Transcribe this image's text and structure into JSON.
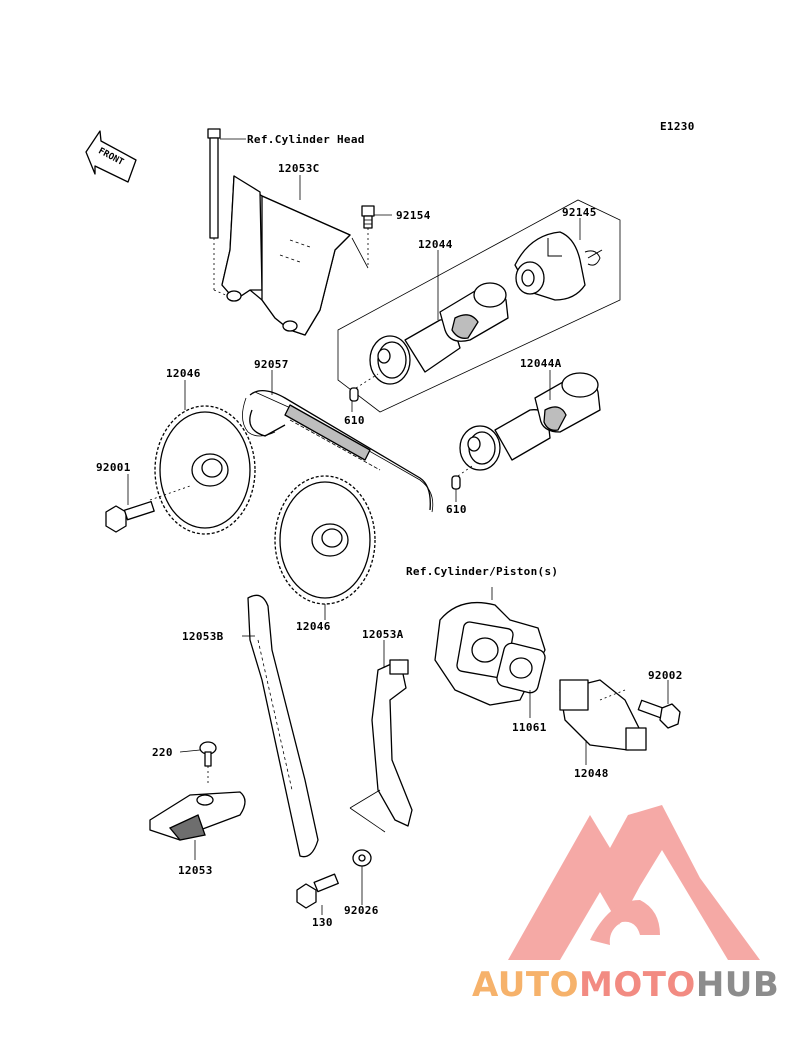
{
  "diagram_code": "E1230",
  "front_label": "FRONT",
  "labels": {
    "ref_cylinder_head": "Ref.Cylinder Head",
    "ref_cylinder_piston": "Ref.Cylinder/Piston(s)",
    "p_12053C": "12053C",
    "p_92154": "92154",
    "p_92145": "92145",
    "p_12044": "12044",
    "p_12044A": "12044A",
    "p_92057": "92057",
    "p_12046_top": "12046",
    "p_12046_bottom": "12046",
    "p_92001": "92001",
    "p_610_a": "610",
    "p_610_b": "610",
    "p_12053B": "12053B",
    "p_12053A": "12053A",
    "p_11061": "11061",
    "p_92002": "92002",
    "p_12048": "12048",
    "p_220": "220",
    "p_12053": "12053",
    "p_130": "130",
    "p_92026": "92026"
  },
  "watermark": {
    "text_part1": "AUTO",
    "text_part2": "MOTO",
    "text_part3": "HUB",
    "colors": {
      "orange": "#f6b26b",
      "red": "#f28b82",
      "gray": "#8c8c8c",
      "logo": "#f4a09c"
    }
  }
}
